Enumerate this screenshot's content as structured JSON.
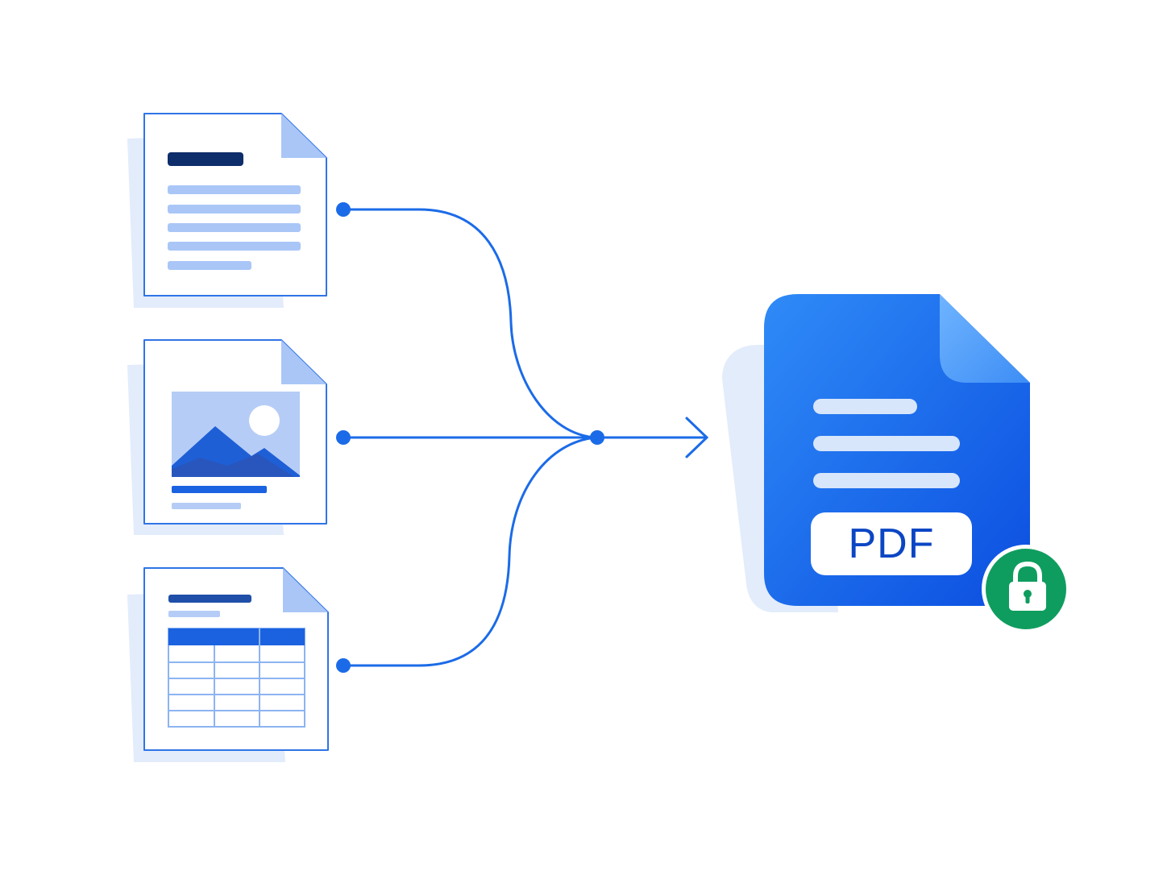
{
  "diagram": {
    "inputs": [
      {
        "id": "text-document",
        "icon": "text-document-icon"
      },
      {
        "id": "image-document",
        "icon": "image-document-icon"
      },
      {
        "id": "spreadsheet-document",
        "icon": "spreadsheet-document-icon"
      }
    ],
    "output": {
      "id": "pdf-document",
      "icon": "pdf-document-icon",
      "label": "PDF",
      "badge_icon": "lock-icon"
    },
    "flow": "merge-into-one"
  },
  "colors": {
    "accent": "#1b6be8",
    "doc_border": "#2f74e6",
    "doc_shadow": "#e3ecfb",
    "light_blue": "#a9c6f7",
    "navy": "#0e2d6b",
    "pdf_gradient_start": "#2f8bf7",
    "pdf_gradient_end": "#0b4ee0",
    "lock_badge": "#0f9d5f",
    "background": "#ffffff"
  }
}
